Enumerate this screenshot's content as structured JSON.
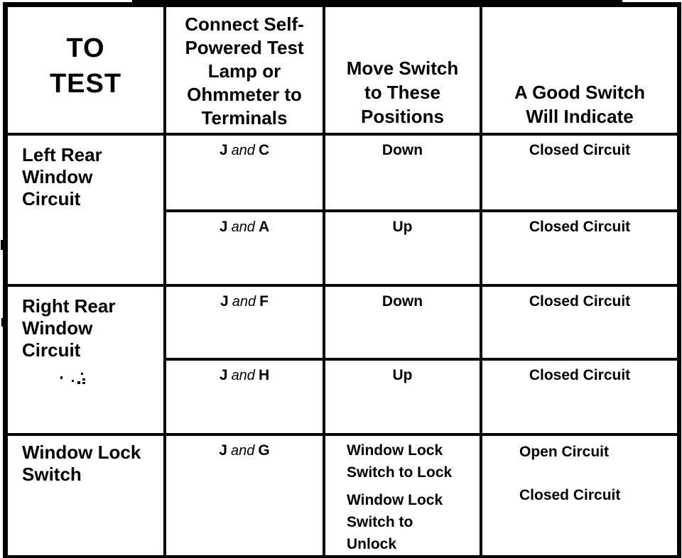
{
  "table": {
    "header": {
      "col1_lines": [
        "TO",
        "TEST"
      ],
      "col2_lines": [
        "Connect Self-",
        "Powered Test",
        "Lamp or",
        "Ohmmeter to",
        "Terminals"
      ],
      "col3_lines": [
        "Move Switch",
        "to These",
        "Positions"
      ],
      "col4_lines": [
        "A Good Switch",
        "Will Indicate"
      ]
    },
    "groups": [
      {
        "test_lines": [
          "Left Rear",
          "Window",
          "Circuit"
        ],
        "rows": [
          {
            "terminal_a": "J",
            "conj": "and",
            "terminal_b": "C",
            "position": "Down",
            "result": "Closed Circuit"
          },
          {
            "terminal_a": "J",
            "conj": "and",
            "terminal_b": "A",
            "position": "Up",
            "result": "Closed Circuit"
          }
        ]
      },
      {
        "test_lines": [
          "Right Rear",
          "Window",
          "Circuit"
        ],
        "rows": [
          {
            "terminal_a": "J",
            "conj": "and",
            "terminal_b": "F",
            "position": "Down",
            "result": "Closed Circuit"
          },
          {
            "terminal_a": "J",
            "conj": "and",
            "terminal_b": "H",
            "position": "Up",
            "result": "Closed Circuit"
          }
        ]
      },
      {
        "test_lines": [
          "Window Lock",
          "Switch"
        ],
        "terminal": {
          "a": "J",
          "conj": "and",
          "b": "G"
        },
        "position_entries": {
          "lock_lines": [
            "Window Lock",
            "Switch to Lock"
          ],
          "unlock_lines": [
            "Window Lock",
            "Switch to",
            "Unlock"
          ]
        },
        "result_entries": {
          "lock": "Open Circuit",
          "unlock": "Closed Circuit"
        }
      }
    ],
    "colors": {
      "ink": "#000000",
      "paper": "#ffffff"
    }
  }
}
